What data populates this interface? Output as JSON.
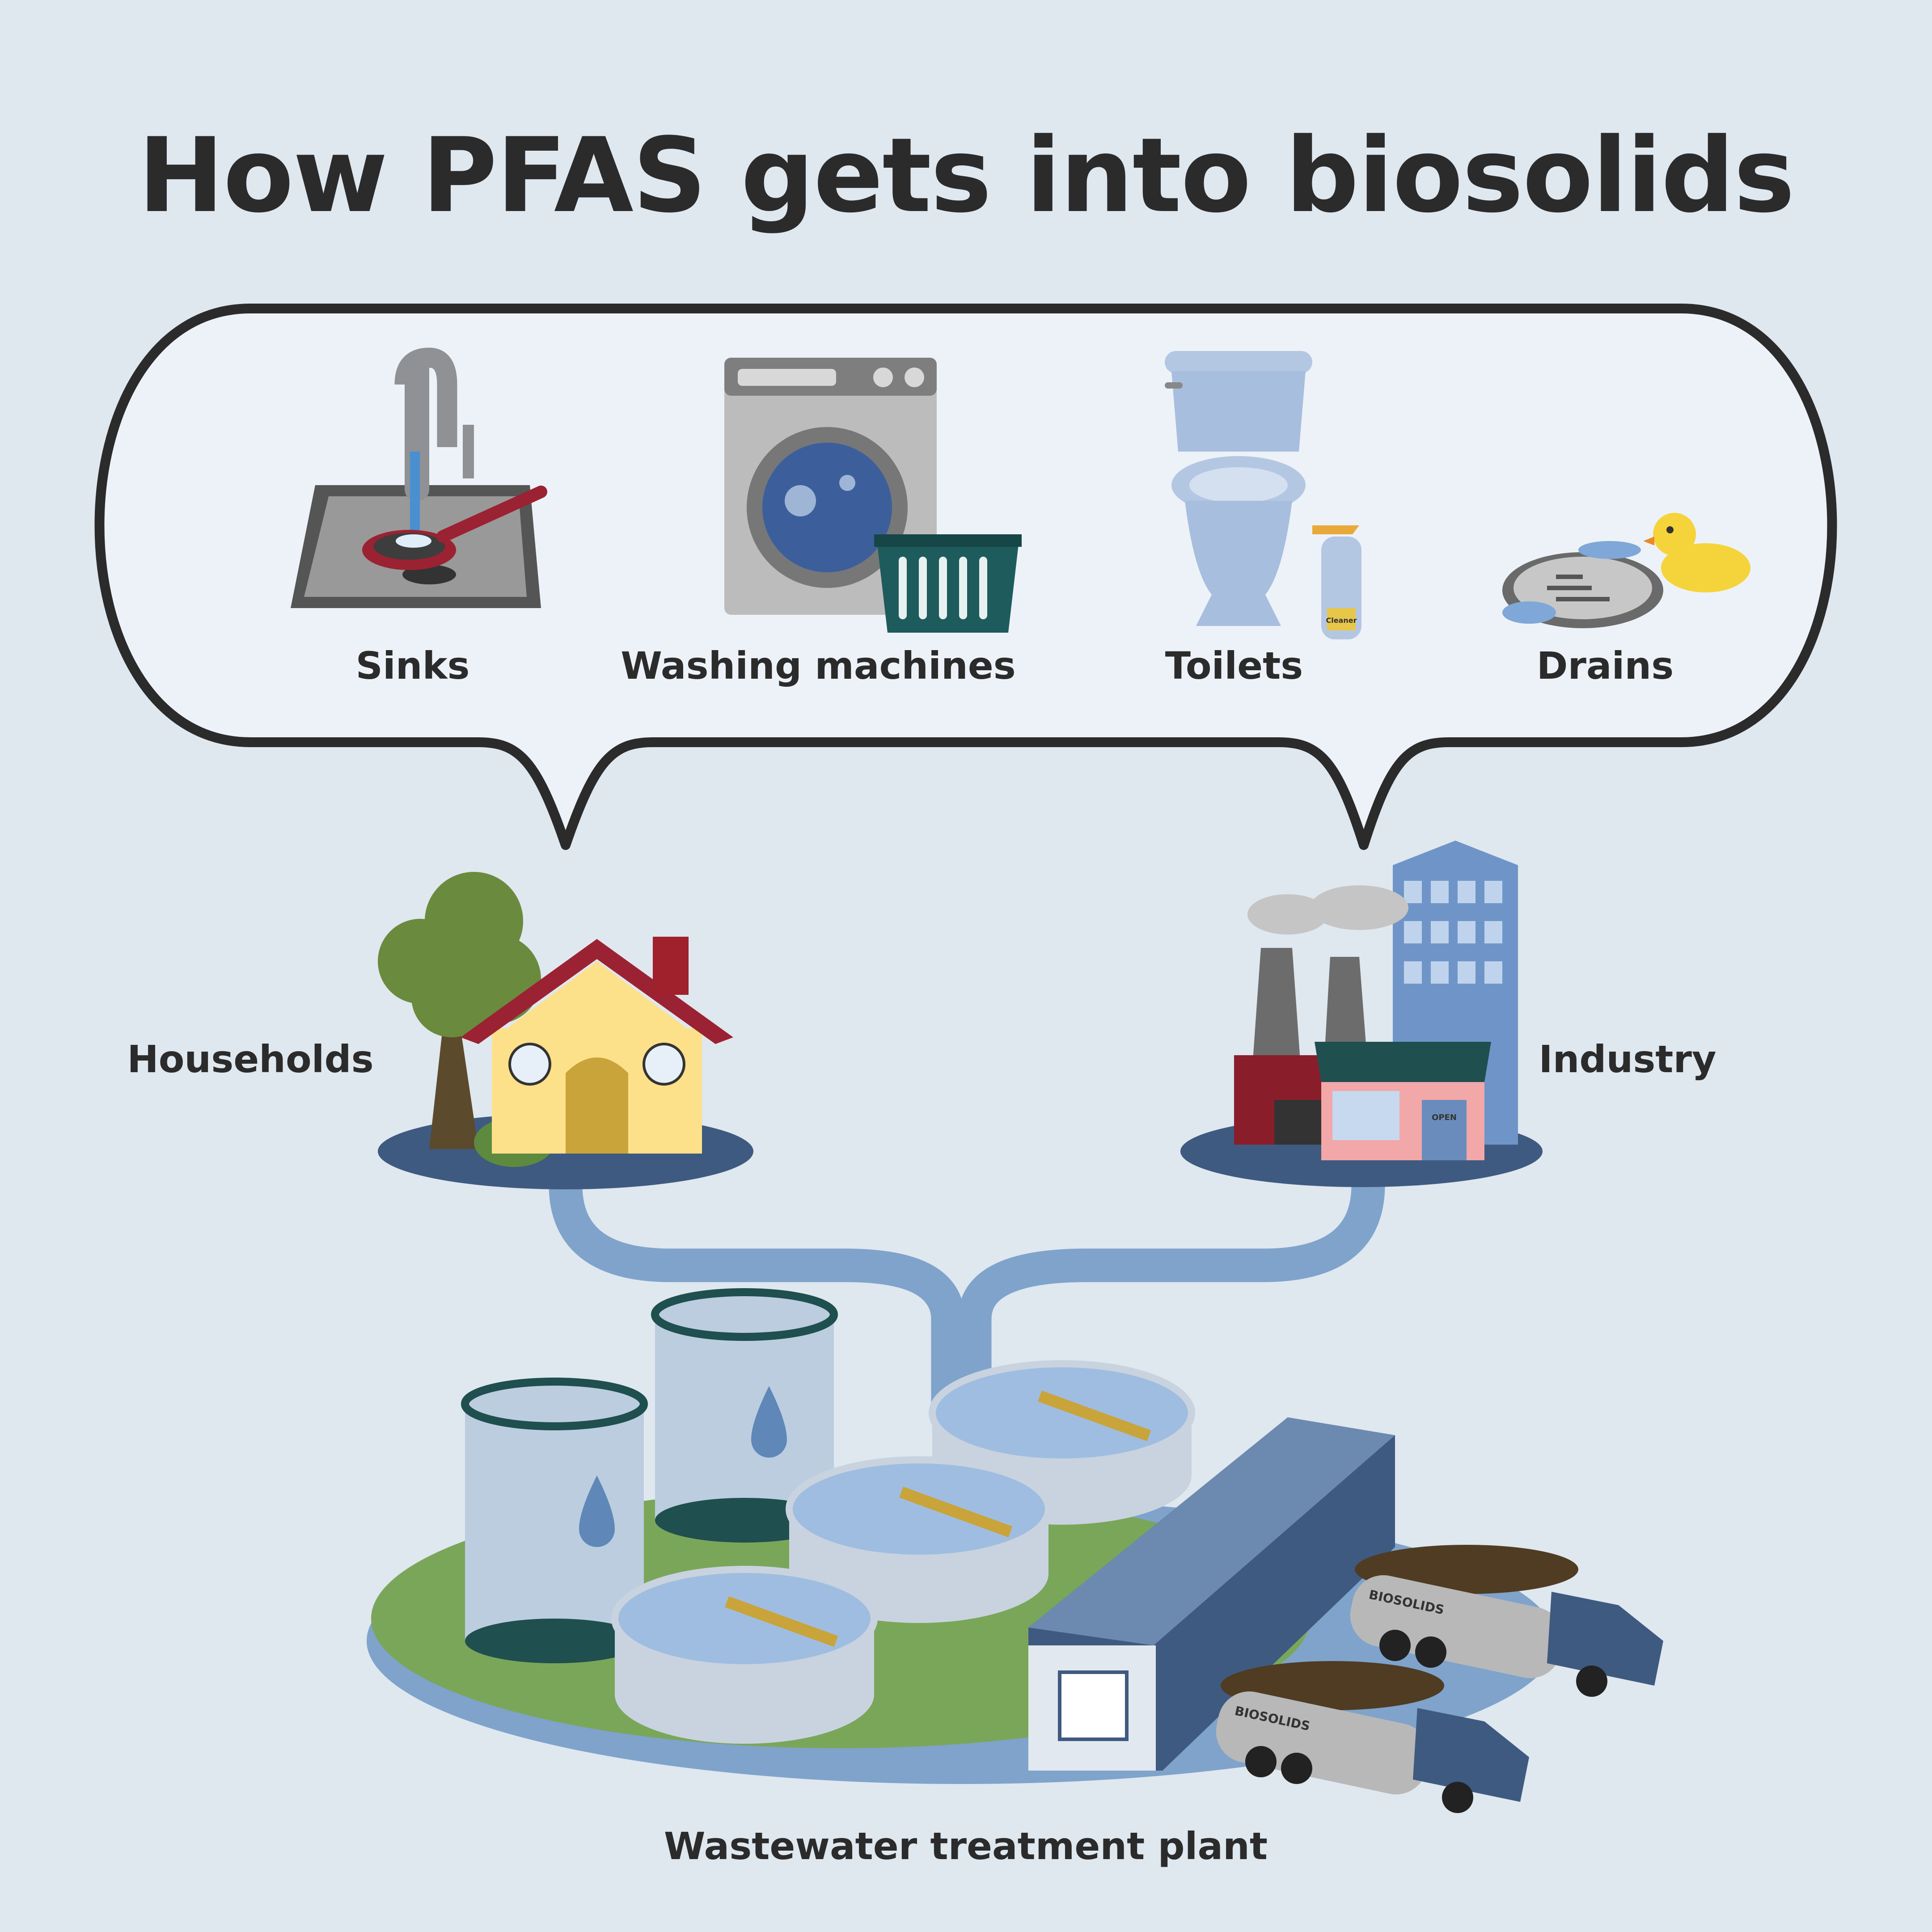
{
  "title": "How PFAS gets into biosolids",
  "sources": [
    {
      "label": "Sinks",
      "icon": "sink-icon"
    },
    {
      "label": "Washing machines",
      "icon": "washing-machine-icon"
    },
    {
      "label": "Toilets",
      "icon": "toilet-icon"
    },
    {
      "label": "Drains",
      "icon": "drain-icon"
    }
  ],
  "origins": {
    "households": "Households",
    "industry": "Industry"
  },
  "plant": {
    "label": "Wastewater treatment plant",
    "truck_label": "BIOSOLIDS",
    "cleaner_label": "Cleaner",
    "open_sign": "OPEN"
  },
  "colors": {
    "background": "#dfe7ef",
    "bubble_fill": "#edf2f8",
    "outline": "#2b2b2b",
    "pipe": "#7fa3cb",
    "platform": "#3f5a80",
    "grass": "#7aa65a"
  }
}
